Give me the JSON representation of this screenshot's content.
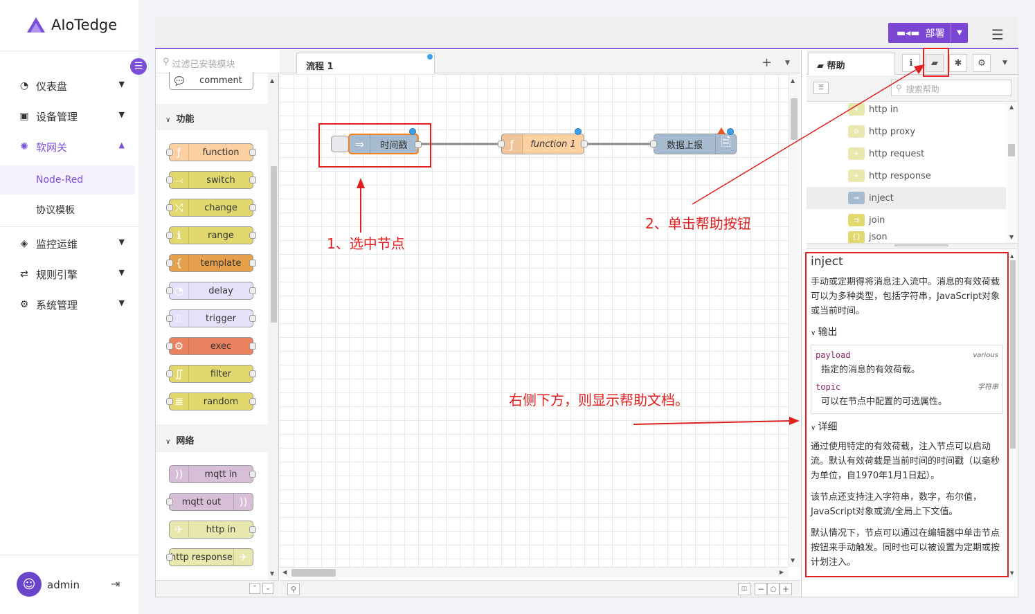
{
  "app": {
    "logo_text": "AIoTedge"
  },
  "menu": [
    {
      "icon": "dashboard-icon",
      "label": "仪表盘"
    },
    {
      "icon": "device-icon",
      "label": "设备管理"
    },
    {
      "icon": "gateway-icon",
      "label": "软网关"
    },
    {
      "icon": "monitor-icon",
      "label": "监控运维"
    },
    {
      "icon": "rule-icon",
      "label": "规则引擎"
    },
    {
      "icon": "settings-icon",
      "label": "系统管理"
    }
  ],
  "submenu": [
    "Node-Red",
    "协议模板"
  ],
  "user": {
    "name": "admin"
  },
  "nodered": {
    "deploy_label": "部署",
    "palette_search_placeholder": "过滤已安装模块",
    "palette_top_node": "comment",
    "categories": [
      {
        "name": "功能",
        "nodes": [
          {
            "label": "function",
            "color": "#fdd0a2",
            "icon": "ƒ"
          },
          {
            "label": "switch",
            "color": "#e2d96e",
            "icon": "⤙"
          },
          {
            "label": "change",
            "color": "#e2d96e",
            "icon": "⤭"
          },
          {
            "label": "range",
            "color": "#e2d96e",
            "icon": "ℹ"
          },
          {
            "label": "template",
            "color": "#e6a04b",
            "icon": "{"
          },
          {
            "label": "delay",
            "color": "#e6e0f8",
            "icon": "◔"
          },
          {
            "label": "trigger",
            "color": "#e6e0f8",
            "icon": "⎍"
          },
          {
            "label": "exec",
            "color": "#e9825f",
            "icon": "⚙"
          },
          {
            "label": "filter",
            "color": "#e2d96e",
            "icon": "∬"
          },
          {
            "label": "random",
            "color": "#e2d96e",
            "icon": "≣"
          }
        ]
      },
      {
        "name": "网络",
        "nodes": [
          {
            "label": "mqtt in",
            "color": "#d8bfd8",
            "icon": "))"
          },
          {
            "label": "mqtt out",
            "color": "#d8bfd8",
            "icon": "))"
          },
          {
            "label": "http in",
            "color": "#e7e7ae",
            "icon": "✈"
          },
          {
            "label": "http response",
            "color": "#e7e7ae",
            "icon": "✈"
          }
        ]
      }
    ],
    "flow_tab": "流程 1",
    "flow_nodes": {
      "inject": "时间戳",
      "function": "function 1",
      "report": "数据上报"
    },
    "sidebar_tab": "帮助",
    "help_search_placeholder": "搜索帮助",
    "tree_items": [
      "http in",
      "http proxy",
      "http request",
      "http response",
      "inject",
      "join",
      "json"
    ],
    "help": {
      "title": "inject",
      "intro": "手动或定期得将消息注入流中。消息的有效荷载可以为多种类型，包括字符串，JavaScript对象或当前时间。",
      "outputs_heading": "输出",
      "props": [
        {
          "name": "payload",
          "type": "various",
          "desc": "指定的消息的有效荷载。"
        },
        {
          "name": "topic",
          "type": "字符串",
          "desc": "可以在节点中配置的可选属性。"
        }
      ],
      "details_heading": "详细",
      "p1": "通过使用特定的有效荷载，注入节点可以启动流。默认有效荷载是当前时间的时间戳（以毫秒为单位，自1970年1月1日起）。",
      "p2": "该节点还支持注入字符串，数字，布尔值，JavaScript对象或流/全局上下文值。",
      "p3": "默认情况下，节点可以通过在编辑器中单击节点按钮来手动触发。同时也可以被设置为定期或按计划注入。"
    }
  },
  "annotations": {
    "step1": "1、选中节点",
    "step2": "2、单击帮助按钮",
    "step3": "右侧下方，则显示帮助文档。"
  }
}
